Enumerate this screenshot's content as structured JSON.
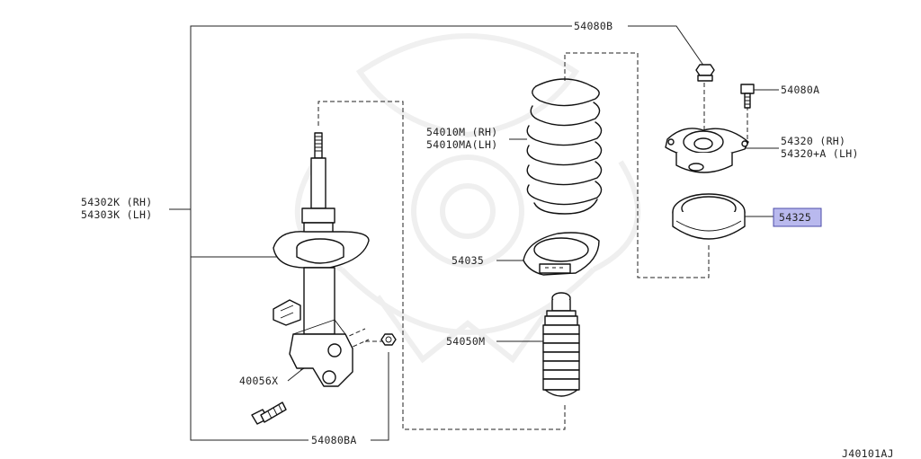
{
  "labels": {
    "p54080B": "54080B",
    "p54080A": "54080A",
    "p54302K": "54302K (RH)",
    "p54303K": "54303K (LH)",
    "p54010M": "54010M (RH)",
    "p54010MA": "54010MA(LH)",
    "p54320": "54320   (RH)",
    "p54320A": "54320+A (LH)",
    "p54325": "54325",
    "p54035": "54035",
    "p54050M": "54050M",
    "p40056X": "40056X",
    "p54080BA": "54080BA"
  },
  "diagram_code": "J40101AJ",
  "colors": {
    "highlight": "#b9b9ee",
    "line": "#222222",
    "watermark": "#e6e6e6"
  }
}
